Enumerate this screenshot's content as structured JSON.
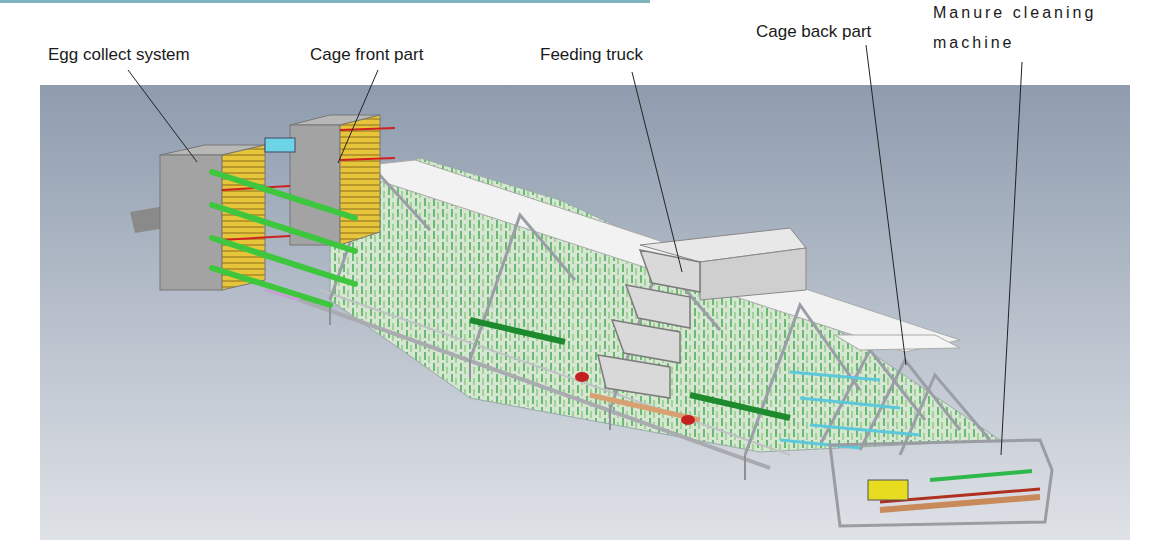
{
  "diagram": {
    "labels": [
      "Egg collect system",
      "Cage front part",
      "Feeding truck",
      "Cage back part",
      "Manure cleaning machine"
    ]
  }
}
